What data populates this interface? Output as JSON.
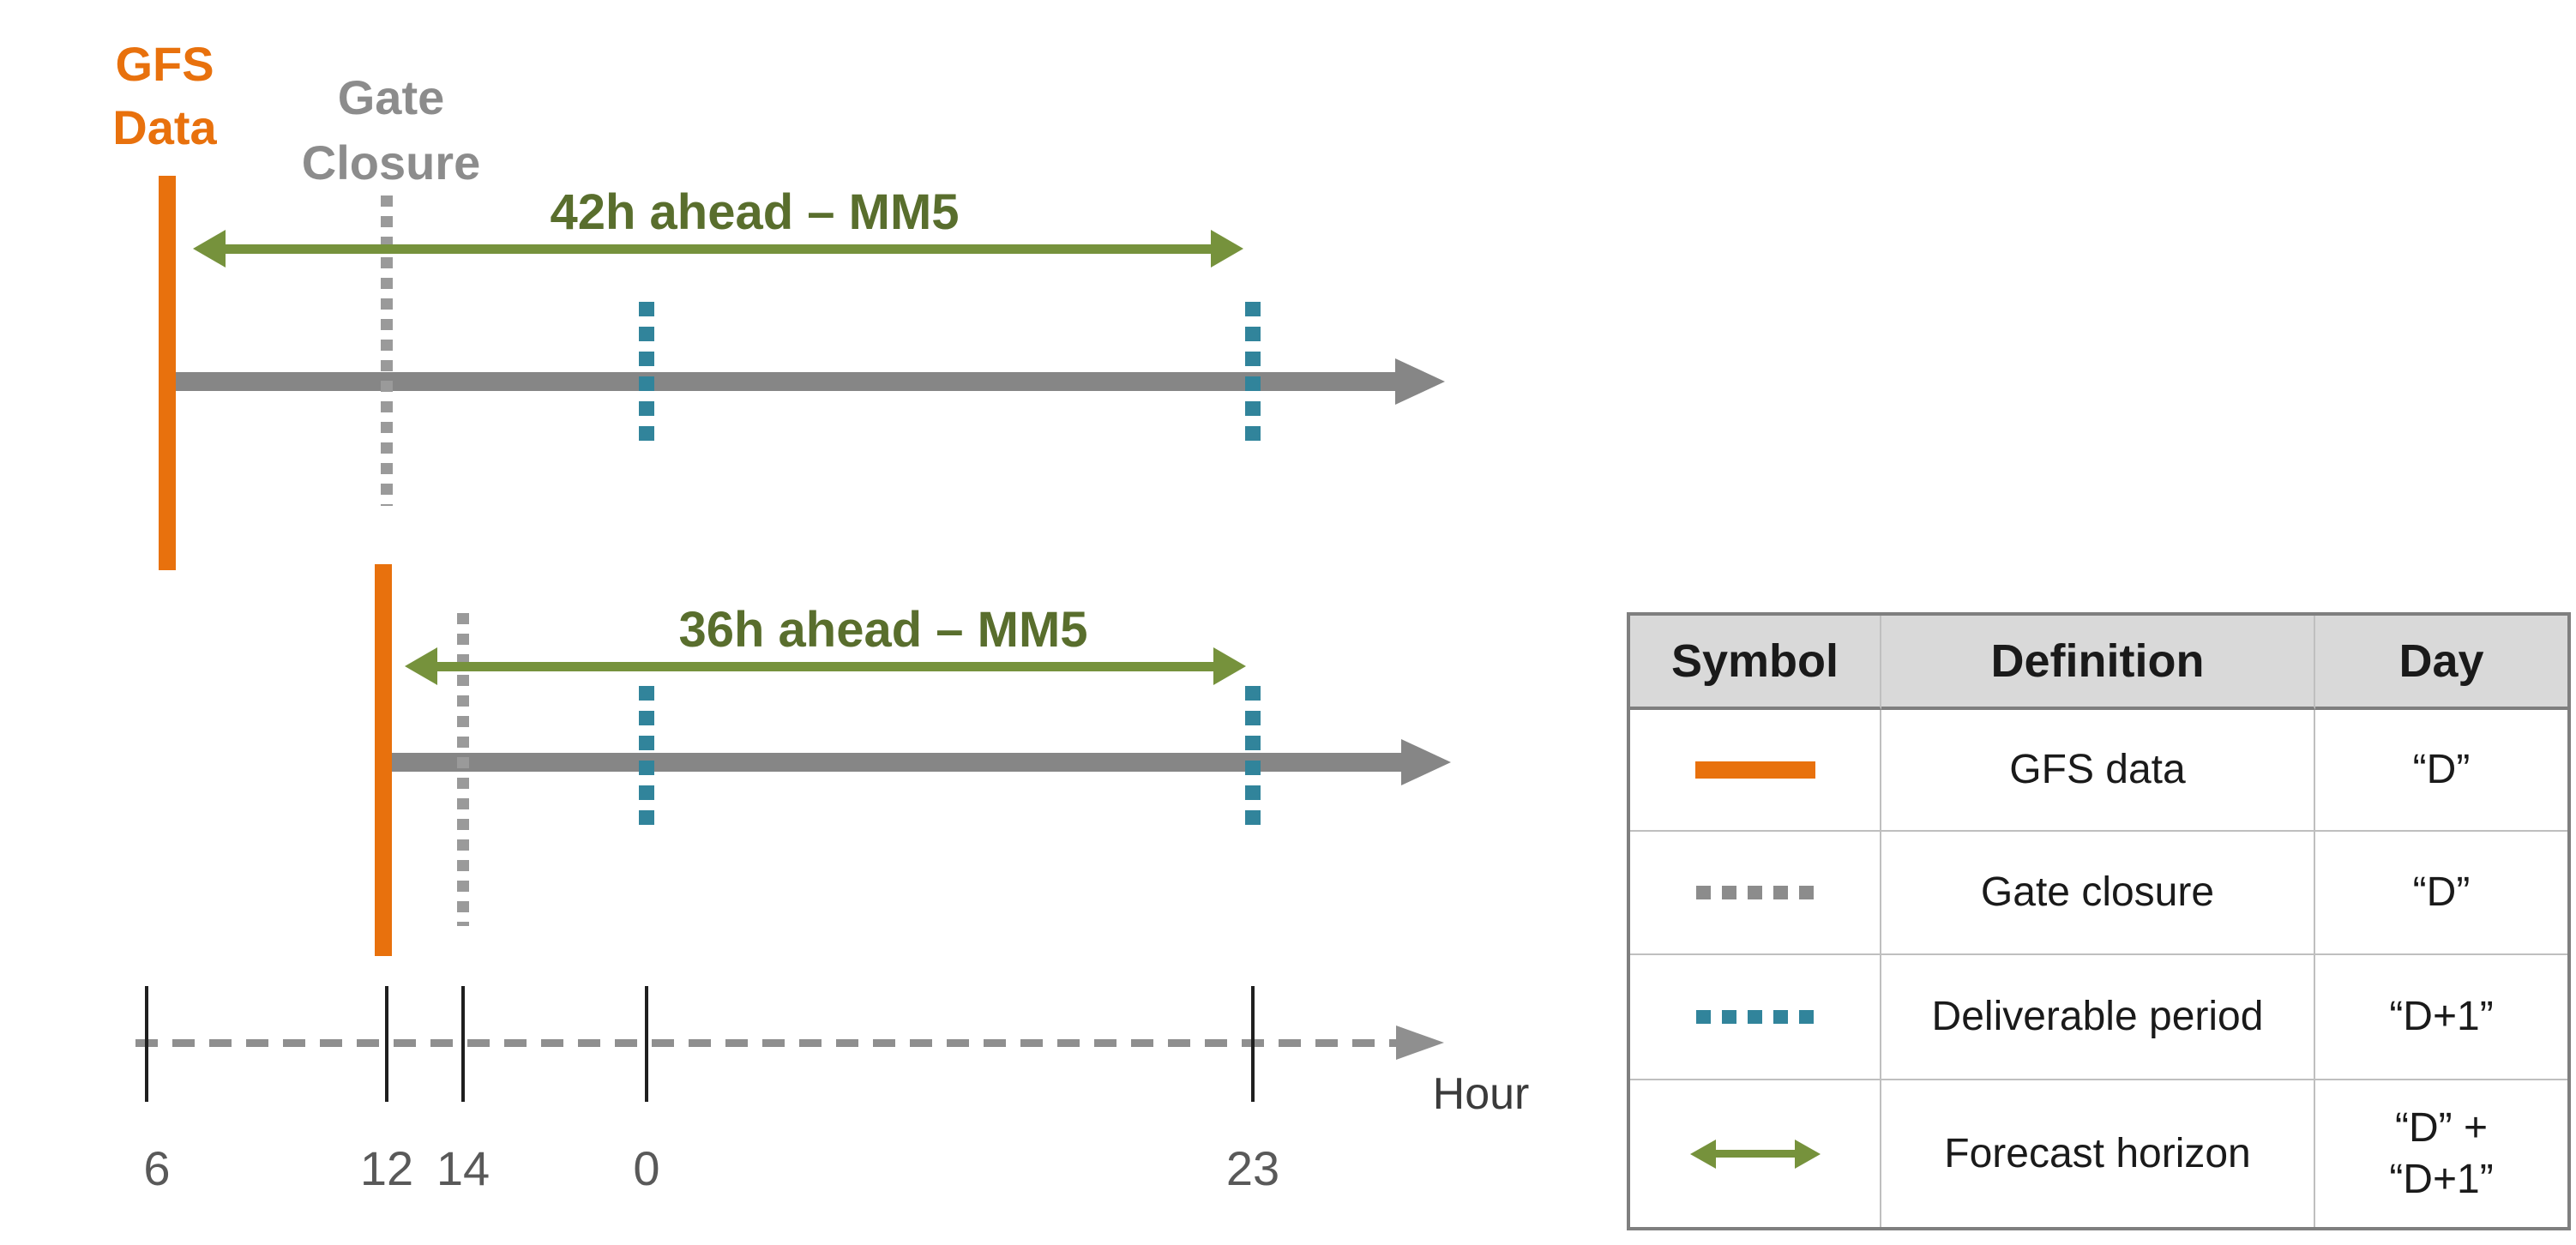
{
  "palette": {
    "orange": "#E8710D",
    "olive": "#76923C",
    "olive-dark": "#596E2D",
    "teal": "#31849B",
    "timeline-gray": "#868686",
    "gate-gray": "#9A9A9A",
    "gate-text": "#8C8C8C",
    "axis-gray": "#8F8F8F",
    "tick-color": "#1F1F1F",
    "tick-label": "#595959",
    "hour-color": "#3B3B3B",
    "text-dark": "#1A1A1A",
    "header-bg": "#D9D9D9",
    "border-dark": "#7F7F7F",
    "border-light": "#BFBFBF",
    "sym-gray": "#8C8C8C"
  },
  "diagram": {
    "gfs_label": {
      "line1": "GFS",
      "line2": "Data"
    },
    "gate_label": {
      "line1": "Gate",
      "line2": "Closure"
    },
    "run1": {
      "horizon_label": "42h ahead – MM5"
    },
    "run2": {
      "horizon_label": "36h ahead – MM5"
    },
    "axis": {
      "title": "Hour",
      "ticks": [
        "6",
        "12",
        "14",
        "0",
        "23"
      ]
    }
  },
  "legend_table": {
    "headers": [
      "Symbol",
      "Definition",
      "Day"
    ],
    "rows": [
      {
        "symbol": "solid-orange-line",
        "definition": "GFS data",
        "day": "“D”"
      },
      {
        "symbol": "gray-dotted-line",
        "definition": "Gate closure",
        "day": "“D”"
      },
      {
        "symbol": "teal-dotted-line",
        "definition": "Deliverable period",
        "day": "“D+1”"
      },
      {
        "symbol": "green-double-arrow",
        "definition": "Forecast horizon",
        "day": "“D” +\n“D+1”"
      }
    ]
  }
}
